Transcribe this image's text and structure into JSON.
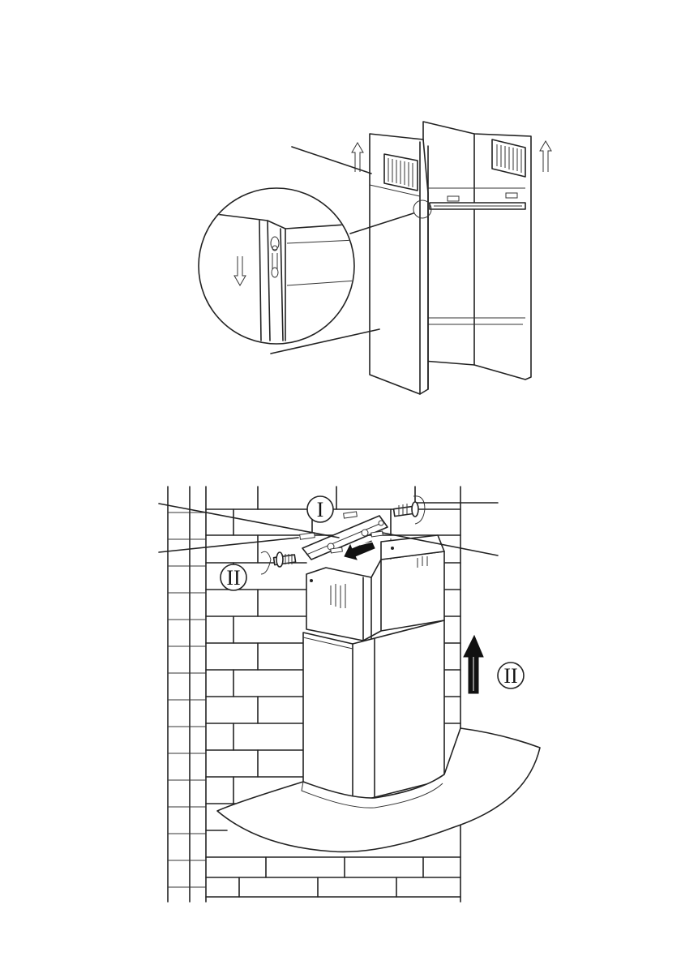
{
  "figure_top": {
    "steps": [
      {
        "id": "lift-up-arrow-left"
      },
      {
        "id": "lift-up-arrow-right"
      },
      {
        "id": "slide-down-arrow-detail"
      }
    ]
  },
  "figure_bottom": {
    "step_labels": [
      "I",
      "II",
      "II"
    ]
  }
}
